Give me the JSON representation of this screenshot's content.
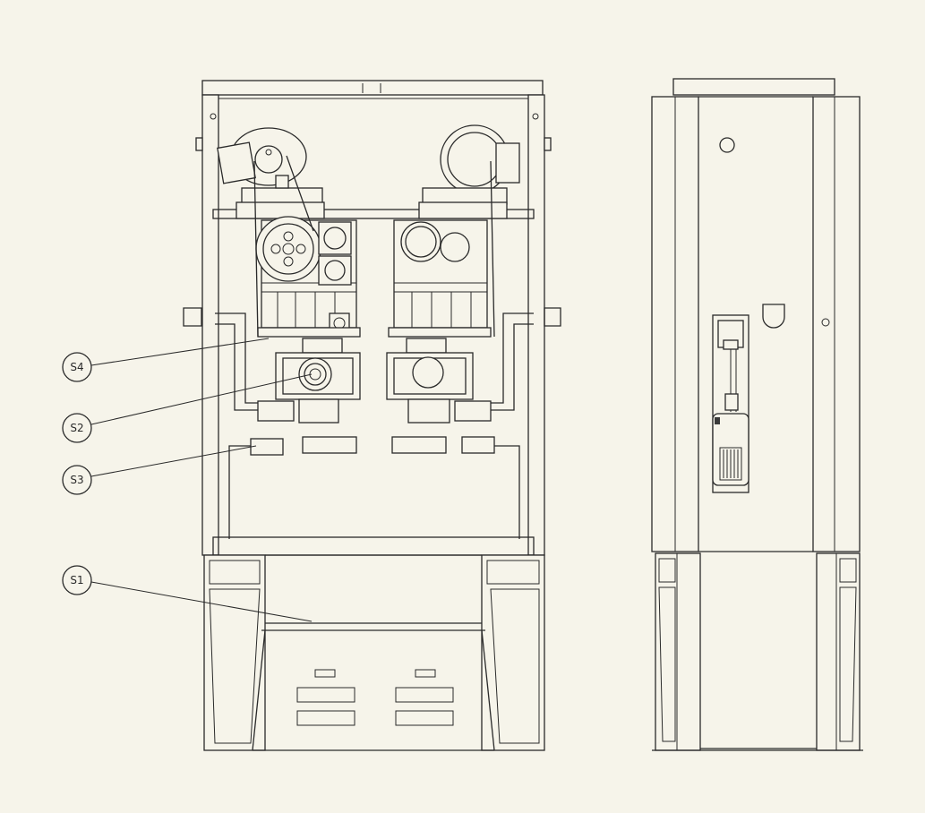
{
  "callouts": [
    {
      "id": "S4",
      "label": "S4"
    },
    {
      "id": "S2",
      "label": "S2"
    },
    {
      "id": "S3",
      "label": "S3"
    },
    {
      "id": "S1",
      "label": "S1"
    }
  ],
  "colors": {
    "paper": "#f6f4ea",
    "ink": "#2a2a2a"
  }
}
